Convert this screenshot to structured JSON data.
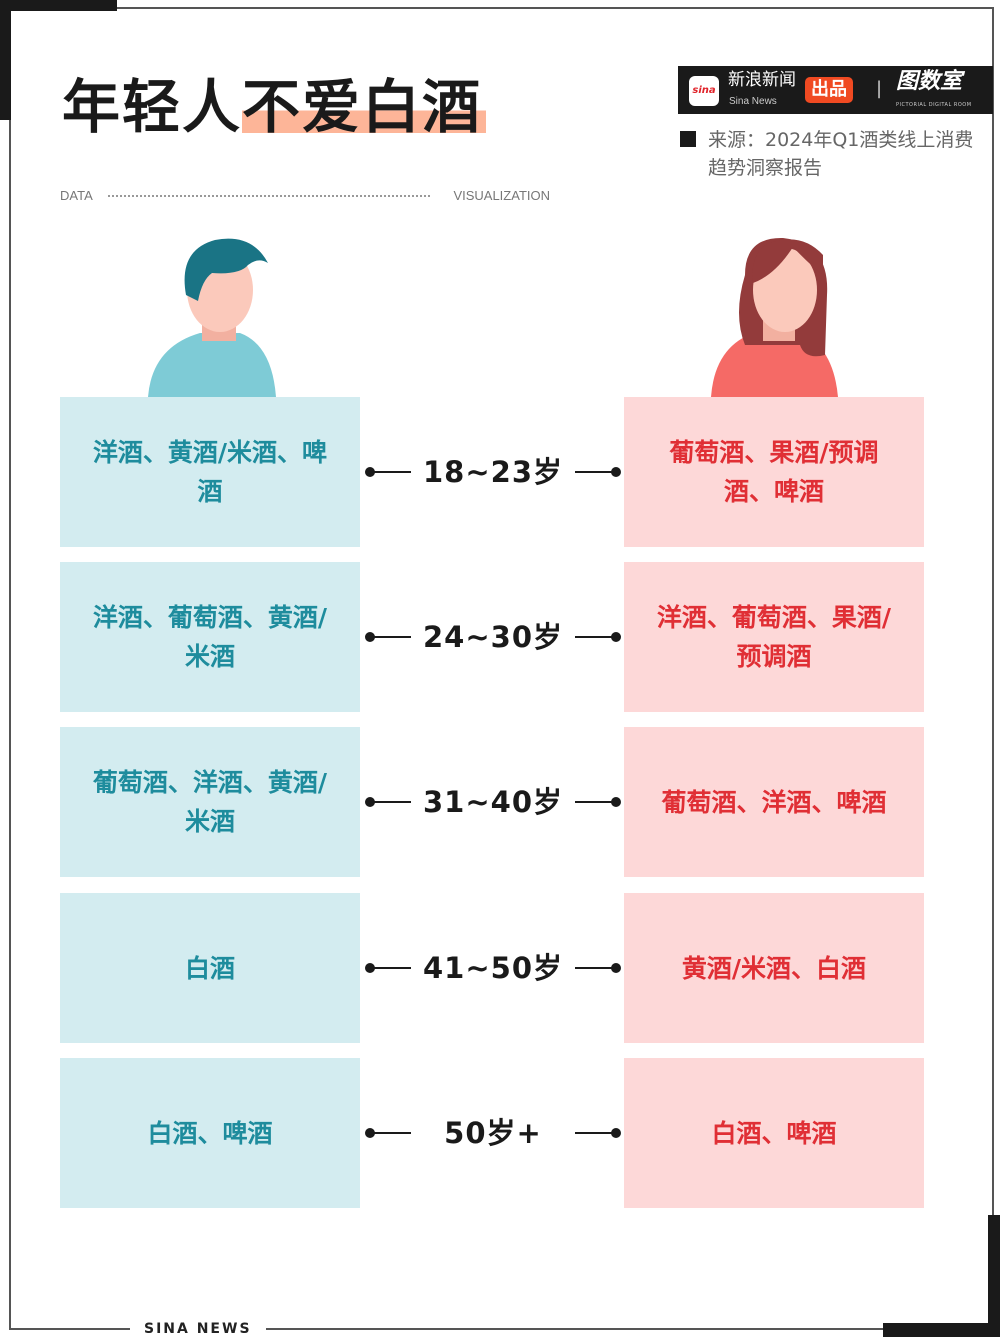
{
  "title": {
    "part1": "年轻人",
    "part2": "不爱白酒"
  },
  "subtitle": {
    "left": "DATA",
    "right": "VISUALIZATION"
  },
  "brand": {
    "sina_logo": "sina",
    "name_cn": "新浪新闻",
    "name_en": "Sina News",
    "badge": "出品",
    "separator": "|",
    "partner": "图数室",
    "partner_sub": "PICTORIAL DIGITAL ROOM"
  },
  "source": "来源：2024年Q1酒类线上消费趋势洞察报告",
  "colors": {
    "male": "#1e8c9d",
    "female": "#e02f35",
    "male_bg": "#d3ecf0",
    "female_bg": "#fdd8d8",
    "highlight": "#fdb598"
  },
  "rows": [
    {
      "age": "18~23岁",
      "male": "洋酒、黄酒/米酒、啤酒",
      "female": "葡萄酒、果酒/预调酒、啤酒"
    },
    {
      "age": "24~30岁",
      "male": "洋酒、葡萄酒、黄酒/米酒",
      "female": "洋酒、葡萄酒、果酒/预调酒"
    },
    {
      "age": "31~40岁",
      "male": "葡萄酒、洋酒、黄酒/米酒",
      "female": "葡萄酒、洋酒、啤酒"
    },
    {
      "age": "41~50岁",
      "male": "白酒",
      "female": "黄酒/米酒、白酒"
    },
    {
      "age": "50岁+",
      "male": "白酒、啤酒",
      "female": "白酒、啤酒"
    }
  ],
  "footer": "SINA NEWS"
}
